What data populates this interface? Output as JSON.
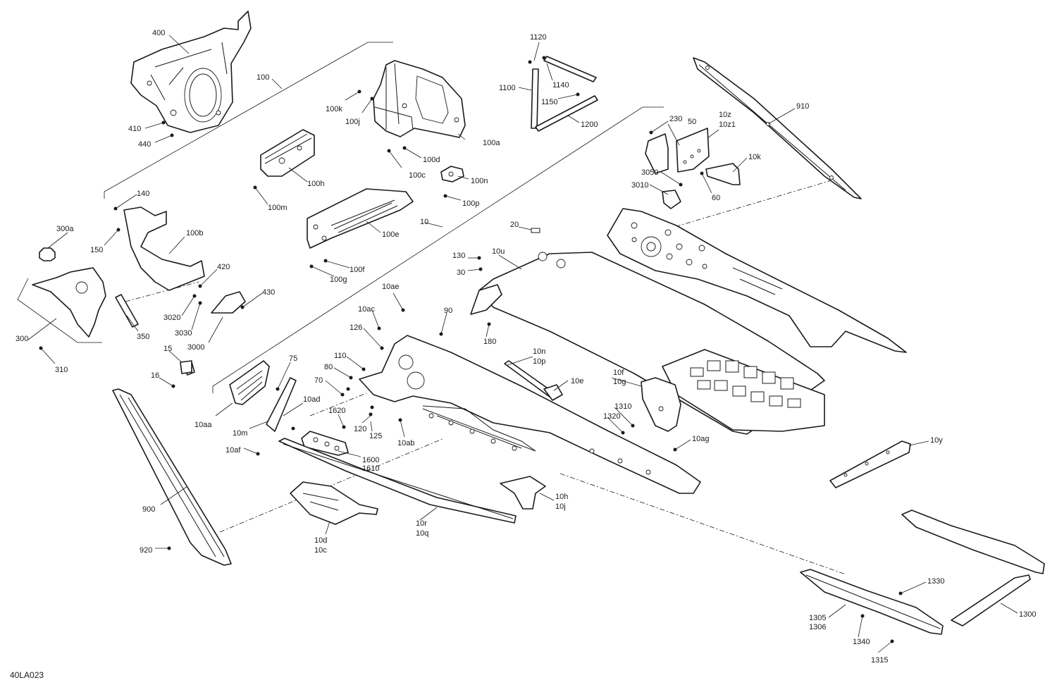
{
  "figure": {
    "id": "40LA023"
  },
  "callouts": {
    "c400": "400",
    "c100": "100",
    "c410": "410",
    "c440": "440",
    "c100k": "100k",
    "c100j": "100j",
    "c100d": "100d",
    "c100a": "100a",
    "c100c": "100c",
    "c100n": "100n",
    "c100p": "100p",
    "c100h": "100h",
    "c100m": "100m",
    "c100e": "100e",
    "c100f": "100f",
    "c100g": "100g",
    "c1120": "1120",
    "c1100": "1100",
    "c1140": "1140",
    "c1150": "1150",
    "c1200": "1200",
    "c910": "910",
    "c230": "230",
    "c50": "50",
    "c10z": "10z",
    "c10z1": "10z1",
    "c10k": "10k",
    "c3050": "3050",
    "c3010": "3010",
    "c60": "60",
    "c140": "140",
    "c300a": "300a",
    "c100b": "100b",
    "c150": "150",
    "c420": "420",
    "c430": "430",
    "c3020": "3020",
    "c3030": "3030",
    "c3000": "3000",
    "c300": "300",
    "c350": "350",
    "c310": "310",
    "c15": "15",
    "c16": "16",
    "c10": "10",
    "c20": "20",
    "c130": "130",
    "c10u": "10u",
    "c30": "30",
    "c180": "180",
    "c10ae": "10ae",
    "c10ac": "10ac",
    "c90": "90",
    "c126": "126",
    "c110": "110",
    "c80": "80",
    "c70": "70",
    "c75": "75",
    "c10aa": "10aa",
    "c10ad": "10ad",
    "c10m": "10m",
    "c1620": "1620",
    "c120": "120",
    "c125": "125",
    "c10ab": "10ab",
    "c10af": "10af",
    "c1600": "1600",
    "c1610": "1610",
    "c10n": "10n",
    "c10p": "10p",
    "c10e": "10e",
    "c10f": "10f",
    "c10g": "10g",
    "c1310": "1310",
    "c1320": "1320",
    "c10ag": "10ag",
    "c10y": "10y",
    "c900": "900",
    "c920": "920",
    "c10d": "10d",
    "c10c": "10c",
    "c10r": "10r",
    "c10q": "10q",
    "c10h": "10h",
    "c10j": "10j",
    "c1330": "1330",
    "c1305": "1305",
    "c1306": "1306",
    "c1340": "1340",
    "c1300": "1300",
    "c1315": "1315"
  }
}
